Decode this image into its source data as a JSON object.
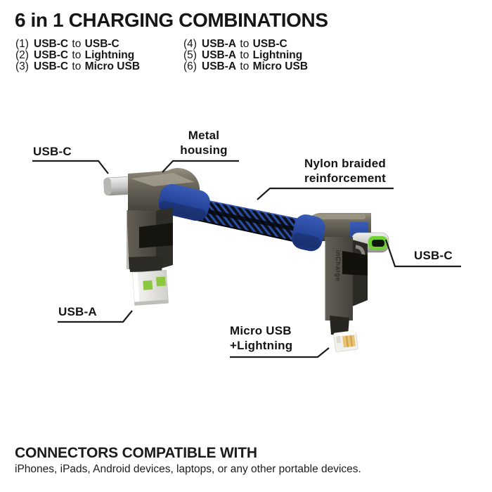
{
  "title": "6 in 1 CHARGING COMBINATIONS",
  "combinations": {
    "word_to": "to",
    "items": [
      {
        "num": "(1)",
        "from": "USB-C",
        "to": "USB-C"
      },
      {
        "num": "(2)",
        "from": "USB-C",
        "to": "Lightning"
      },
      {
        "num": "(3)",
        "from": "USB-C",
        "to": "Micro USB"
      },
      {
        "num": "(4)",
        "from": "USB-A",
        "to": "USB-C"
      },
      {
        "num": "(5)",
        "from": "USB-A",
        "to": "Lightning"
      },
      {
        "num": "(6)",
        "from": "USB-A",
        "to": "Micro USB"
      }
    ]
  },
  "diagram": {
    "callouts": {
      "usb_c_left": "USB-C",
      "metal_housing_line1": "Metal",
      "metal_housing_line2": "housing",
      "nylon_line1": "Nylon braided",
      "nylon_line2": "reinforcement",
      "usb_c_right": "USB-C",
      "usb_a": "USB-A",
      "micro_lightning_line1": "Micro USB",
      "micro_lightning_line2": "+Lightning"
    },
    "brand_text": "inCharge",
    "colors": {
      "strain_relief_blue": "#27479e",
      "braid_blue": "#2a4da6",
      "braid_dark": "#0d1017",
      "housing_gray": "#4c4943",
      "contact_green": "#8dc63f",
      "lightning_gold": "#e9c272"
    }
  },
  "footer": {
    "heading": "CONNECTORS COMPATIBLE WITH",
    "subtitle": "iPhones, iPads, Android devices, laptops, or any other portable devices."
  }
}
